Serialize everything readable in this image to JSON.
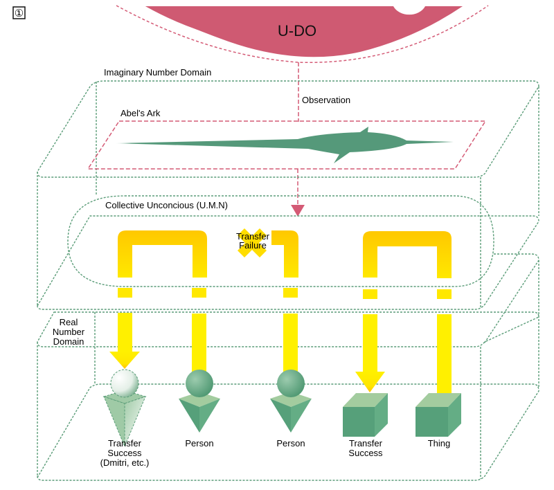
{
  "figure": {
    "number_badge": "①",
    "udo": {
      "label": "U-DO",
      "color": "#cf5a72"
    },
    "observation_label": "Observation",
    "domains": {
      "imaginary": "Imaginary Number Domain",
      "real_lines": [
        "Real",
        "Number",
        "Domain"
      ]
    },
    "abels_ark": {
      "label": "Abel's Ark",
      "color": "#55997a"
    },
    "collective_unconscious": "Collective Unconcious (U.M.N)",
    "transfer_failure_lines": [
      "Transfer",
      "Failure"
    ],
    "entities": [
      {
        "kind": "person-ghost",
        "label_lines": [
          "Transfer",
          "Success",
          "(Dmitri, etc.)"
        ],
        "arrow": true
      },
      {
        "kind": "person",
        "label_lines": [
          "Person"
        ],
        "arrow": false
      },
      {
        "kind": "person",
        "label_lines": [
          "Person"
        ],
        "arrow": false
      },
      {
        "kind": "thing",
        "label_lines": [
          "Transfer",
          "Success"
        ],
        "arrow": true
      },
      {
        "kind": "thing",
        "label_lines": [
          "Thing"
        ],
        "arrow": false
      }
    ],
    "colors": {
      "green_outline": "#5a9c78",
      "pink_outline": "#d45a75",
      "yellow": "#ffee00",
      "amber": "#ffc800",
      "green_dark": "#56a07a",
      "green_light": "#a3cc9f"
    }
  }
}
